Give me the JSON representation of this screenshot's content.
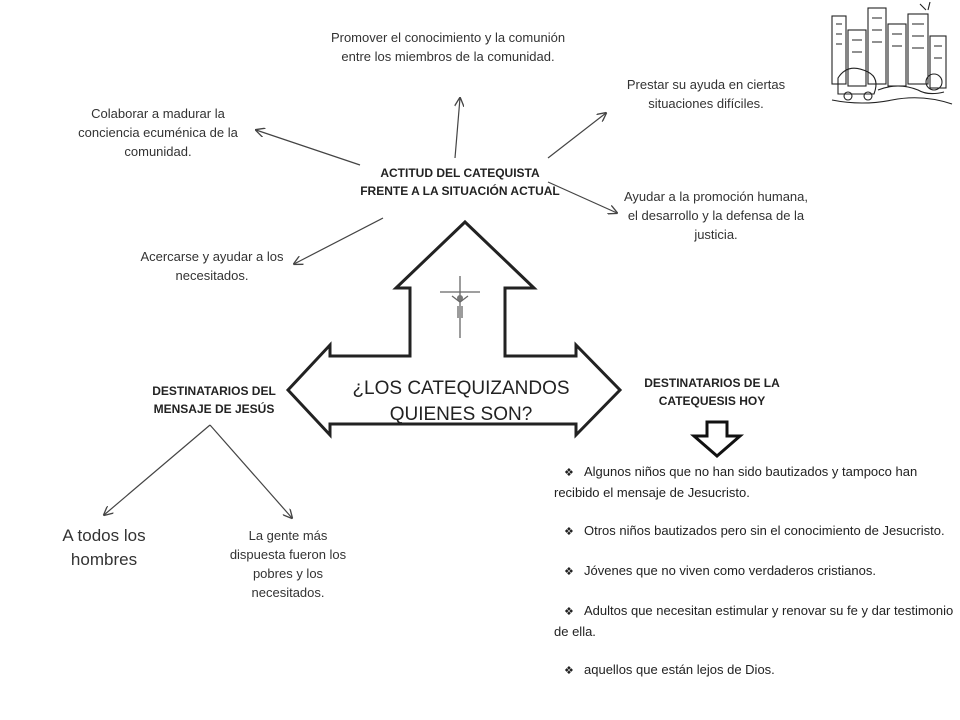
{
  "center": {
    "title": "ACTITUD DEL CATEQUISTA FRENTE A LA SITUACIÓN ACTUAL",
    "question": "¿LOS CATEQUIZANDOS QUIENES SON?"
  },
  "attitudes": {
    "promover": "Promover el conocimiento y la comunión entre los miembros de la comunidad.",
    "colaborar": "Colaborar a madurar la conciencia ecuménica de la comunidad.",
    "prestar": "Prestar su ayuda en ciertas situaciones difíciles.",
    "ayudar": "Ayudar a la promoción humana, el desarrollo y la defensa de la justicia.",
    "acercarse": "Acercarse y ayudar a los necesitados."
  },
  "left_branch": {
    "heading": "DESTINATARIOS DEL MENSAJE DE JESÚS",
    "all": "A todos los hombres",
    "poor": "La gente más dispuesta fueron los pobres y los necesitados."
  },
  "right_branch": {
    "heading": "DESTINATARIOS DE LA CATEQUESIS HOY",
    "items": [
      "Algunos niños que no han sido bautizados y tampoco han recibido el mensaje de Jesucristo.",
      "Otros niños bautizados pero sin el conocimiento de Jesucristo.",
      "Jóvenes que no viven como verdaderos cristianos.",
      "Adultos que necesitan estimular y renovar su fe y dar testimonio de ella.",
      "aquellos que están lejos de Dios."
    ]
  },
  "icons": {
    "bullet": "diamond-bullet-icon",
    "down_arrow": "down-arrow-icon",
    "crucifix": "crucifix-icon",
    "city": "city-sketch-icon"
  }
}
